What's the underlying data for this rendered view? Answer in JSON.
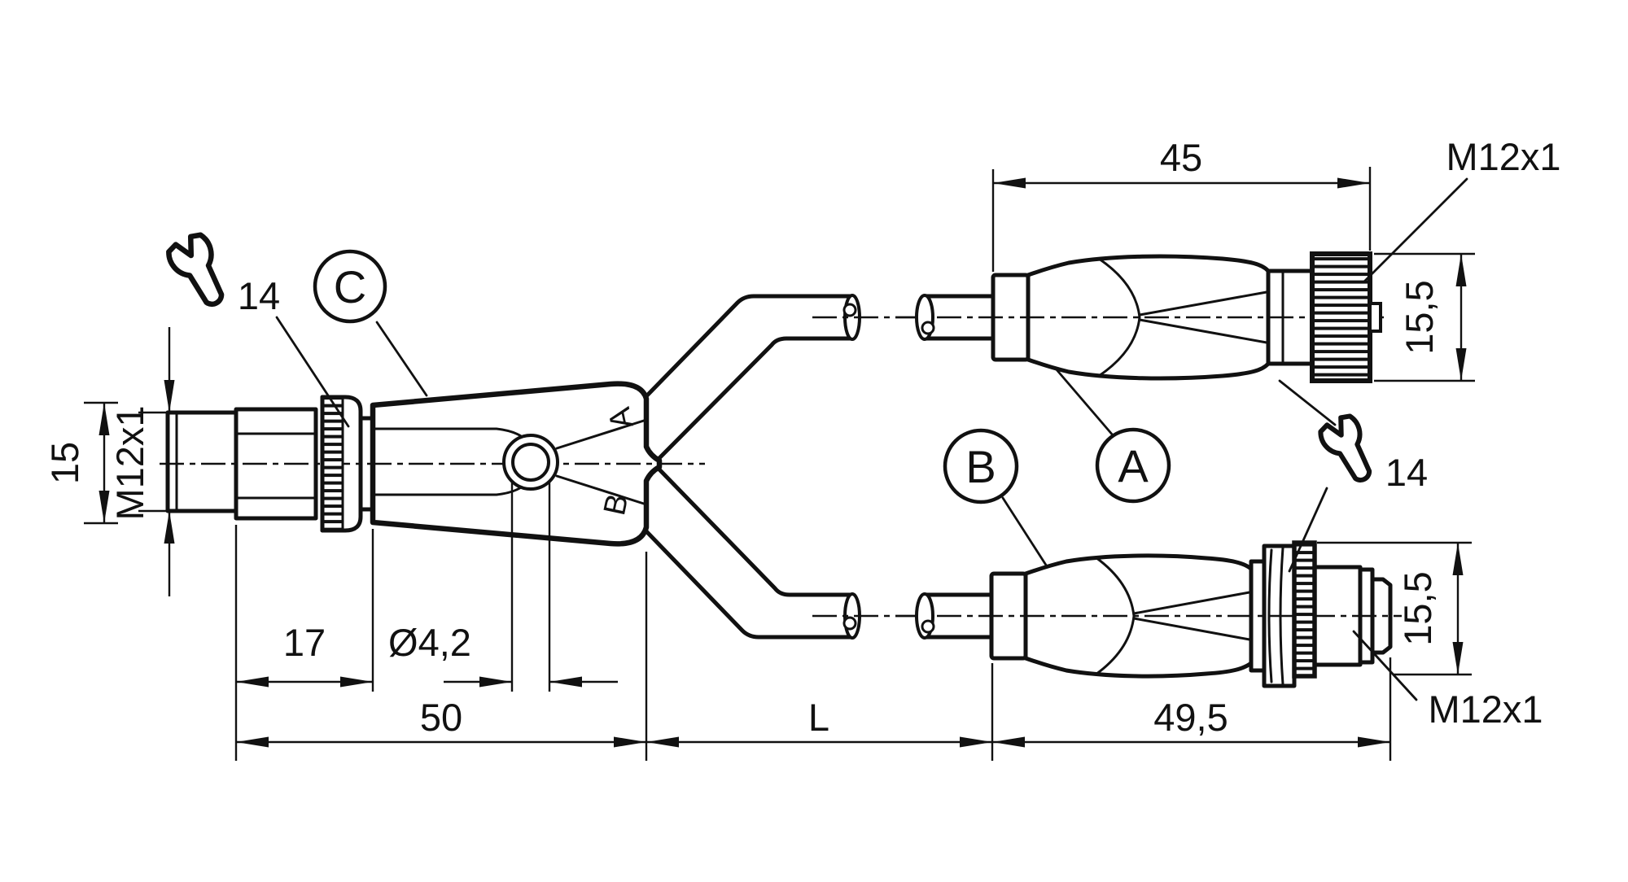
{
  "labels": {
    "part_c": "C",
    "part_a": "A",
    "part_b": "B",
    "branch_a": "A",
    "branch_b": "B",
    "wrench_size_left": "14",
    "wrench_size_right": "14",
    "thread_male_left": "M12x1",
    "thread_female_top": "M12x1",
    "thread_male_bottom": "M12x1",
    "dia_15": "15",
    "len_17": "17",
    "hole_dia": "Ø4,2",
    "len_50": "50",
    "cable_length": "L",
    "len_45": "45",
    "len_49_5": "49,5",
    "dia_15_5_top": "15,5",
    "dia_15_5_bottom": "15,5"
  },
  "colors": {
    "ink": "#111111",
    "background": "#ffffff"
  }
}
